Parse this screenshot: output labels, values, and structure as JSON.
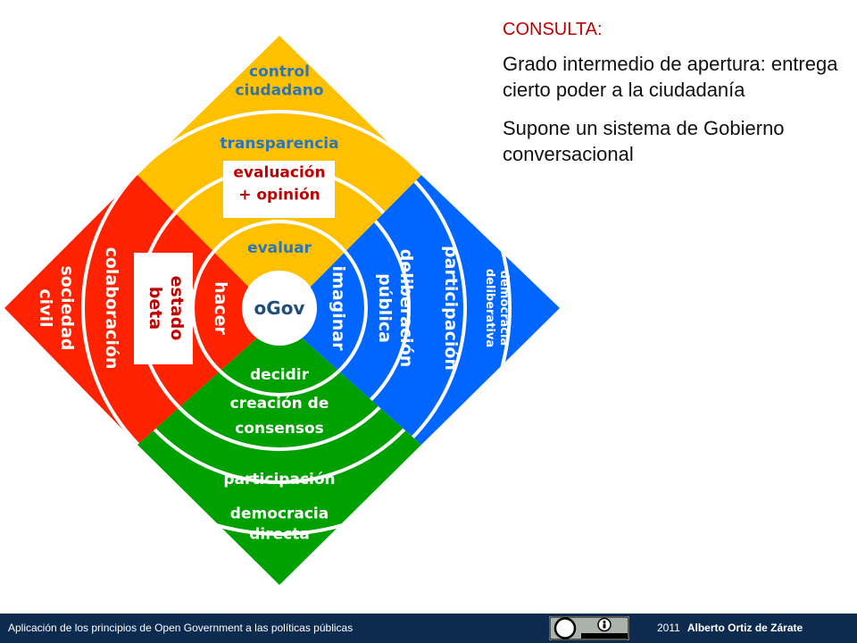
{
  "diagram": {
    "center": "oGov",
    "quadrants": {
      "top": {
        "color": "#ffc000",
        "rings": [
          "control\nciudadano",
          "transparencia",
          "evaluar"
        ]
      },
      "bottom": {
        "color": "#00a000",
        "rings": [
          "democracia\ndirecta",
          "participación",
          "creación de\nconsensos",
          "decidir"
        ]
      },
      "left": {
        "color": "#ff2200",
        "rings": [
          "sociedad\ncivil",
          "colaboración",
          "hacer"
        ]
      },
      "right": {
        "color": "#0066ff",
        "rings": [
          "democracia\ndeliberativa",
          "participación",
          "deliberación\npública",
          "imaginar"
        ]
      }
    },
    "highlight_boxes": {
      "top": "evaluación\n+ opinión",
      "left": "estado\nbeta"
    },
    "colors": {
      "top_label": "#2e75b6",
      "highlight_text": "#c00000",
      "center_text": "#1f4e79"
    }
  },
  "panel": {
    "title": "CONSULTA:",
    "paragraphs": [
      "Grado intermedio de apertura: entrega cierto poder a la ciudadanía",
      "Supone un sistema de Gobierno conversacional"
    ]
  },
  "footer": {
    "left": "Aplicación de los principios de Open Government a las políticas públicas",
    "year": "2011",
    "author": "Alberto Ortiz de Zárate",
    "cc_logo": "cc",
    "by_label": "BY"
  }
}
